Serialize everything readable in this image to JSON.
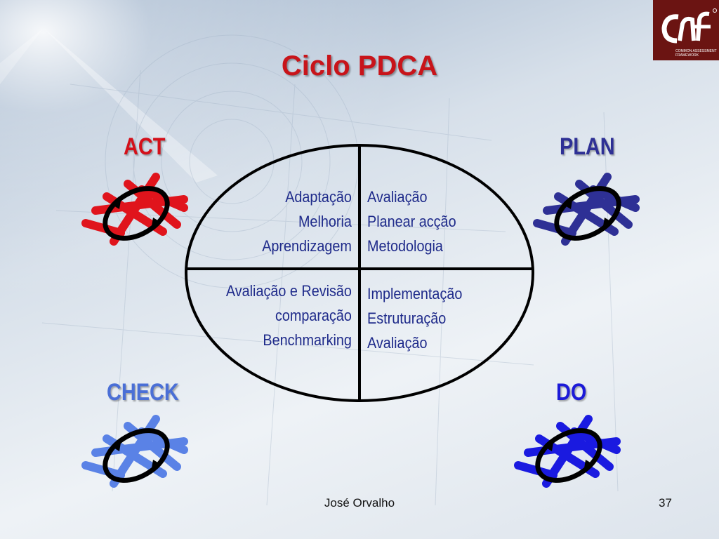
{
  "slide": {
    "title": "Ciclo PDCA",
    "footer": "José Orvalho",
    "page_number": "37"
  },
  "logo": {
    "caption_line1": "COMMON ASSESSMENT",
    "caption_line2": "FRAMEWORK"
  },
  "phases": {
    "act": "ACT",
    "plan": "PLAN",
    "check": "CHECK",
    "do": "DO"
  },
  "quadrants": {
    "top_left": [
      "Adaptação",
      "Melhoria",
      "Aprendizagem"
    ],
    "top_right": [
      "Avaliação",
      "Planear acção",
      "Metodologia"
    ],
    "bottom_left": [
      "Avaliação e Revisão",
      "comparação",
      "Benchmarking"
    ],
    "bottom_right": [
      "Implementação",
      "Estruturação",
      "Avaliação"
    ]
  },
  "colors": {
    "title": "#c8141a",
    "act": "#e0141c",
    "plan": "#2e3095",
    "check": "#5a82e6",
    "do": "#1a1ae0",
    "quadrant_text": "#1e2a8a",
    "logo_bg": "#6b1412"
  }
}
